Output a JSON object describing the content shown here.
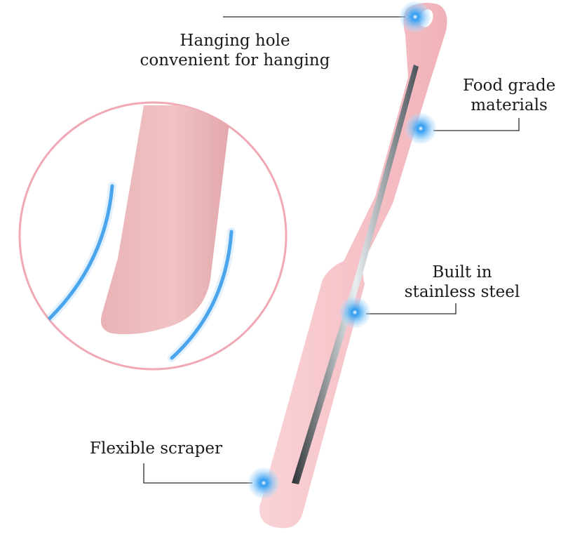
{
  "colors": {
    "handle_pink": "#f6c4c9",
    "handle_pink_dark": "#eeadb4",
    "circle_border": "#f0a9b4",
    "callout_blue": "#1f8fe6",
    "tip_pink": "#e7aeb0",
    "steel": "#9aa3aa"
  },
  "callouts": {
    "hanging_hole": {
      "line1": "Hanging hole",
      "line2": "convenient for hanging"
    },
    "food_grade": {
      "line1": "Food grade",
      "line2": "materials"
    },
    "stainless": {
      "line1": "Built in",
      "line2": "stainless steel"
    },
    "scraper": {
      "line1": "Flexible scraper"
    }
  }
}
